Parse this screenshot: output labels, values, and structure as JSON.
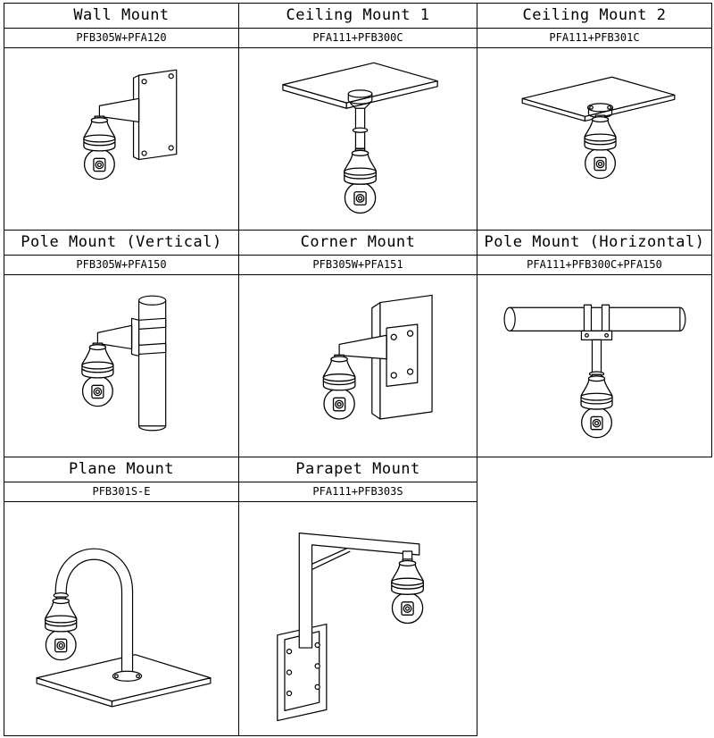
{
  "table": {
    "colors": {
      "line": "#000000",
      "background": "#ffffff"
    },
    "cells": [
      {
        "title": "Wall Mount",
        "part": "PFB305W+PFA120"
      },
      {
        "title": "Ceiling Mount 1",
        "part": "PFA111+PFB300C"
      },
      {
        "title": "Ceiling Mount 2",
        "part": "PFA111+PFB301C"
      },
      {
        "title": "Pole Mount (Vertical)",
        "part": "PFB305W+PFA150"
      },
      {
        "title": "Corner Mount",
        "part": "PFB305W+PFA151"
      },
      {
        "title": "Pole Mount (Horizontal)",
        "part": "PFA111+PFB300C+PFA150"
      },
      {
        "title": "Plane Mount",
        "part": "PFB301S-E"
      },
      {
        "title": "Parapet Mount",
        "part": "PFA111+PFB303S"
      }
    ]
  }
}
